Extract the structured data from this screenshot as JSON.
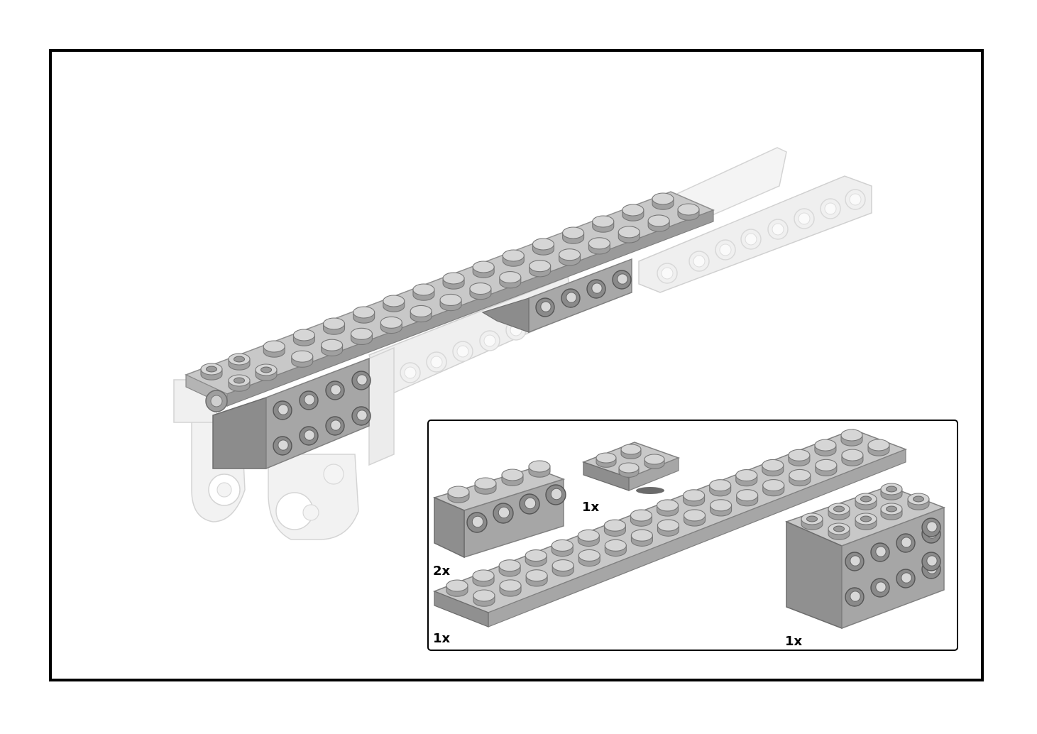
{
  "step": {
    "assembly_icon": "lego-chassis-assembly-icon",
    "parts_list": {
      "parts": [
        {
          "name": "technic-brick-1x4-with-holes",
          "icon": "brick-1x4-holes-icon",
          "quantity": "2x"
        },
        {
          "name": "plate-2x2",
          "icon": "plate-2x2-icon",
          "quantity": "1x"
        },
        {
          "name": "plate-2x16",
          "icon": "plate-2x16-icon",
          "quantity": "1x"
        },
        {
          "name": "technic-brick-2x4-with-holes",
          "icon": "brick-2x4-holes-icon",
          "quantity": "1x"
        }
      ]
    }
  },
  "colors": {
    "frame": "#000000",
    "new_part_top": "#c8c8c8",
    "new_part_side": "#a0a0a0",
    "new_part_dark": "#8c8c8c",
    "existing_part": "#ececec",
    "existing_outline": "#d4d4d4"
  }
}
